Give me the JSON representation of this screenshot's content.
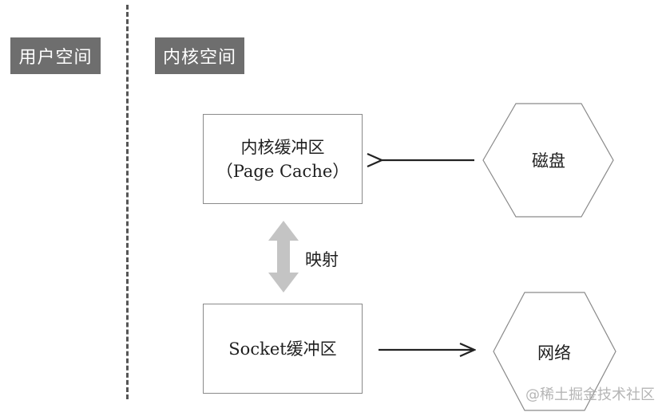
{
  "diagram": {
    "user_space_label": "用户空间",
    "kernel_space_label": "内核空间",
    "page_cache_box": {
      "line1": "内核缓冲区",
      "line2": "（Page Cache）"
    },
    "socket_box": {
      "label": "Socket缓冲区"
    },
    "disk_label": "磁盘",
    "network_label": "网络",
    "mapping_label": "映射"
  },
  "watermark": "@稀土掘金技术社区",
  "colors": {
    "tab_background": "#6e6e6e",
    "divider": "#555555",
    "box_border": "#8a8a8a",
    "mapping_arrow": "#c4c4c4",
    "arrow_line": "#222222"
  },
  "icons": {
    "disk": "hexagon",
    "network": "hexagon",
    "mapping": "double-headed-arrow"
  }
}
